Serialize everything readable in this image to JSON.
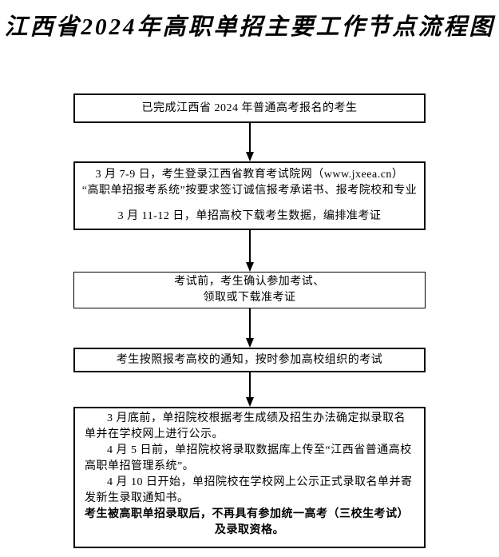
{
  "page": {
    "title": "江西省2024年高职单招主要工作节点流程图"
  },
  "flowchart": {
    "boxes": [
      {
        "name": "eligible-candidates",
        "lines": [
          "已完成江西省 2024 年普通高考报名的考生"
        ]
      },
      {
        "name": "online-registration",
        "lines": [
          "3 月 7-9 日，考生登录江西省教育考试院网（www.jxeea.cn）",
          "“高职单招报考系统”按要求签订诚信报考承诺书、报考院校和专业",
          "",
          "3 月 11-12 日，单招高校下载考生数据，编排准考证"
        ]
      },
      {
        "name": "confirm-and-get-ticket",
        "lines": [
          "考试前，考生确认参加考试、",
          "领取或下载准考证"
        ]
      },
      {
        "name": "attend-exam",
        "lines": [
          "考生按照报考高校的通知，按时参加高校组织的考试"
        ]
      },
      {
        "name": "admission-and-notice",
        "paragraphs": [
          "3 月底前，单招院校根据考生成绩及招生办法确定拟录取名单并在学校网上进行公示。",
          "4 月 5 日前，单招院校将录取数据库上传至“江西省普通高校高职单招管理系统”。",
          "4 月 10 日开始，单招院校在学校网上公示正式录取名单并寄发新生录取通知书。"
        ],
        "bold_note": "考生被高职单招录取后，不再具有参加统一高考（三校生考试）及录取资格。"
      }
    ]
  }
}
